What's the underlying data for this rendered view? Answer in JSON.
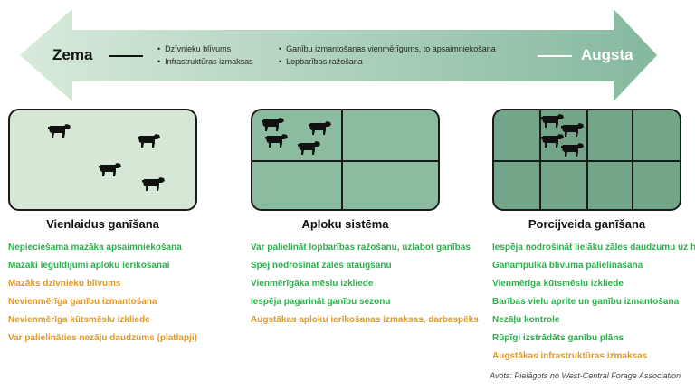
{
  "scale": {
    "low_label": "Zema",
    "high_label": "Augsta",
    "low_factors": [
      "Dzīvnieku blīvums",
      "Infrastruktūras izmaksas"
    ],
    "high_factors": [
      "Ganību izmantošanas vienmērīgums, to apsaimniekošana",
      "Lopbarības ražošana"
    ]
  },
  "colors": {
    "positive": "#2bb24c",
    "negative": "#e09a26",
    "panel1": "#d6e8d5",
    "panel2": "#8bbc9f",
    "panel3": "#73a588"
  },
  "systems": [
    {
      "title": "Vienlaidus ganīšana",
      "items": [
        {
          "text": "Nepieciešama mazāka apsaimniekošana",
          "type": "positive"
        },
        {
          "text": "Mazāki ieguldījumi aploku ierīkošanai",
          "type": "positive"
        },
        {
          "text": "Mazāks dzīvnieku blīvums",
          "type": "negative"
        },
        {
          "text": "Nevienmērīga ganību izmantošana",
          "type": "negative"
        },
        {
          "text": "Nevienmērīga kūtsmēslu izkliede",
          "type": "negative"
        },
        {
          "text": "Var palielināties nezāļu daudzums (platlapji)",
          "type": "negative"
        }
      ]
    },
    {
      "title": "Aploku sistēma",
      "items": [
        {
          "text": "Var palielināt lopbarības ražošanu, uzlabot ganības",
          "type": "positive"
        },
        {
          "text": "Spēj nodrošināt zāles ataugšanu",
          "type": "positive"
        },
        {
          "text": "Vienmērīgāka mēslu izkliede",
          "type": "positive"
        },
        {
          "text": "Iespēja pagarināt ganību sezonu",
          "type": "positive"
        },
        {
          "text": "Augstākas aploku ierīkošanas izmaksas, darbaspēks",
          "type": "negative"
        }
      ]
    },
    {
      "title": "Porcijveida ganīšana",
      "items": [
        {
          "text": "Iespēja nodrošināt lielāku zāles daudzumu uz ha",
          "type": "positive"
        },
        {
          "text": "Ganāmpulka blīvuma palielināšana",
          "type": "positive"
        },
        {
          "text": "Vienmērīga kūtsmēslu izkliede",
          "type": "positive"
        },
        {
          "text": "Barības vielu aprite un ganību izmantošana",
          "type": "positive"
        },
        {
          "text": "Nezāļu kontrole",
          "type": "positive"
        },
        {
          "text": "Rūpīgi izstrādāts ganību plāns",
          "type": "positive"
        },
        {
          "text": "Augstākas infrastruktūras izmaksas",
          "type": "negative"
        }
      ]
    }
  ],
  "source": "Avots: Pielāgots no West-Central Forage Association"
}
